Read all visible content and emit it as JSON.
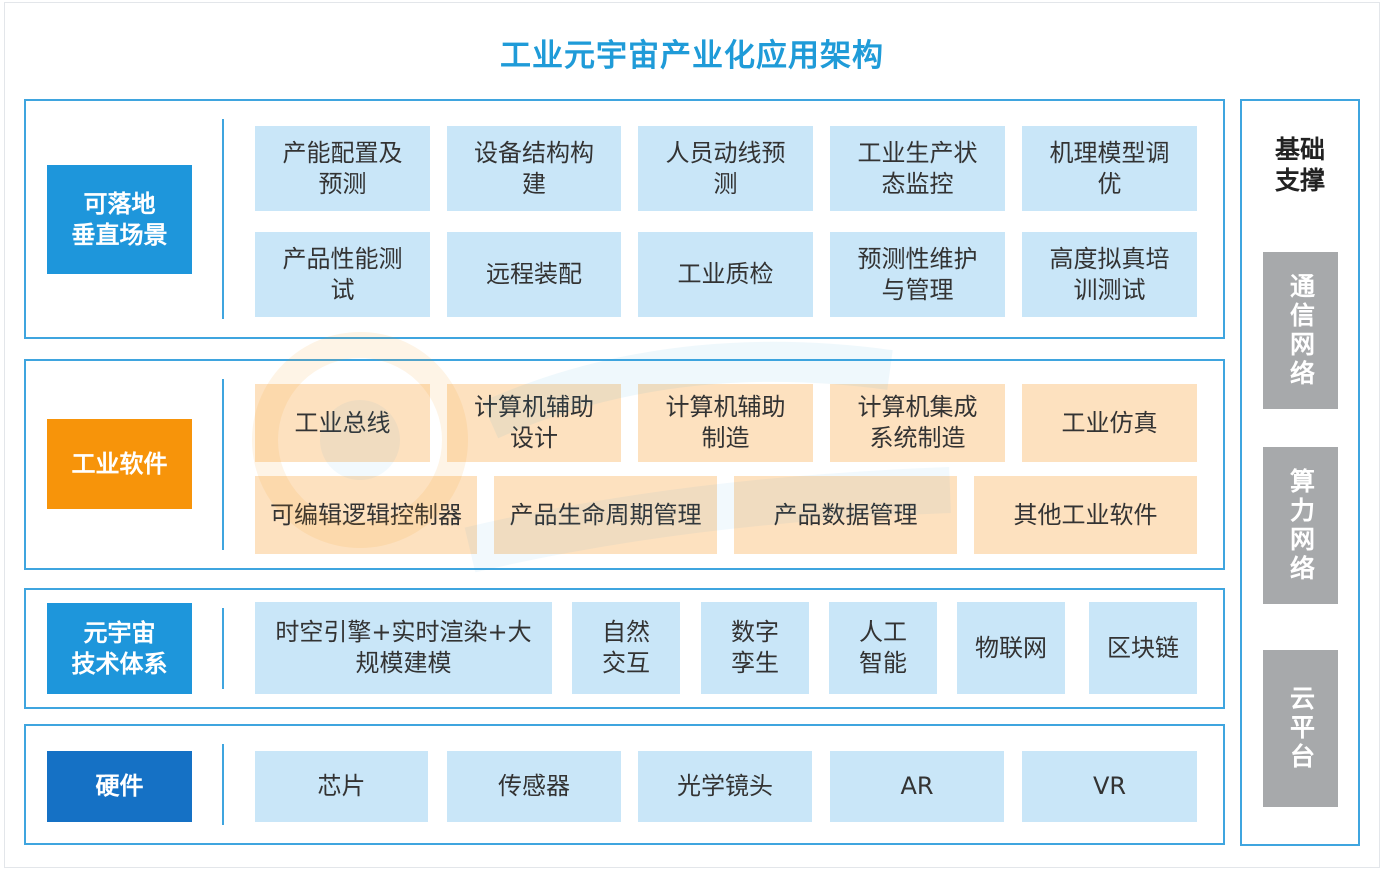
{
  "title": "工业元宇宙产业化应用架构",
  "colors": {
    "accent_blue": "#1f9bd8",
    "label_scene": "#1e96db",
    "label_software": "#f7940a",
    "label_tech": "#1e96db",
    "label_hardware": "#1571c5",
    "scene_box": "#c9e6f8",
    "software_box": "#fde1bf",
    "side_gray": "#a7a9ab"
  },
  "sections": {
    "scenes": {
      "label": "可落地\n垂直场景",
      "row1": [
        "产能配置及\n预测",
        "设备结构构\n建",
        "人员动线预\n测",
        "工业生产状\n态监控",
        "机理模型调\n优"
      ],
      "row2": [
        "产品性能测\n试",
        "远程装配",
        "工业质检",
        "预测性维护\n与管理",
        "高度拟真培\n训测试"
      ]
    },
    "software": {
      "label": "工业软件",
      "row1": [
        "工业总线",
        "计算机辅助\n设计",
        "计算机辅助\n制造",
        "计算机集成\n系统制造",
        "工业仿真"
      ],
      "row2": [
        "可编辑逻辑控制器",
        "产品生命周期管理",
        "产品数据管理",
        "其他工业软件"
      ]
    },
    "tech": {
      "label": "元宇宙\n技术体系",
      "items": [
        "时空引擎+实时渲染+大\n规模建模",
        "自然\n交互",
        "数字\n孪生",
        "人工\n智能",
        "物联网",
        "区块链"
      ]
    },
    "hardware": {
      "label": "硬件",
      "items": [
        "芯片",
        "传感器",
        "光学镜头",
        "AR",
        "VR"
      ]
    }
  },
  "side": {
    "title": "基础\n支撑",
    "items": [
      "通信网络",
      "算力网络",
      "云平台"
    ]
  }
}
